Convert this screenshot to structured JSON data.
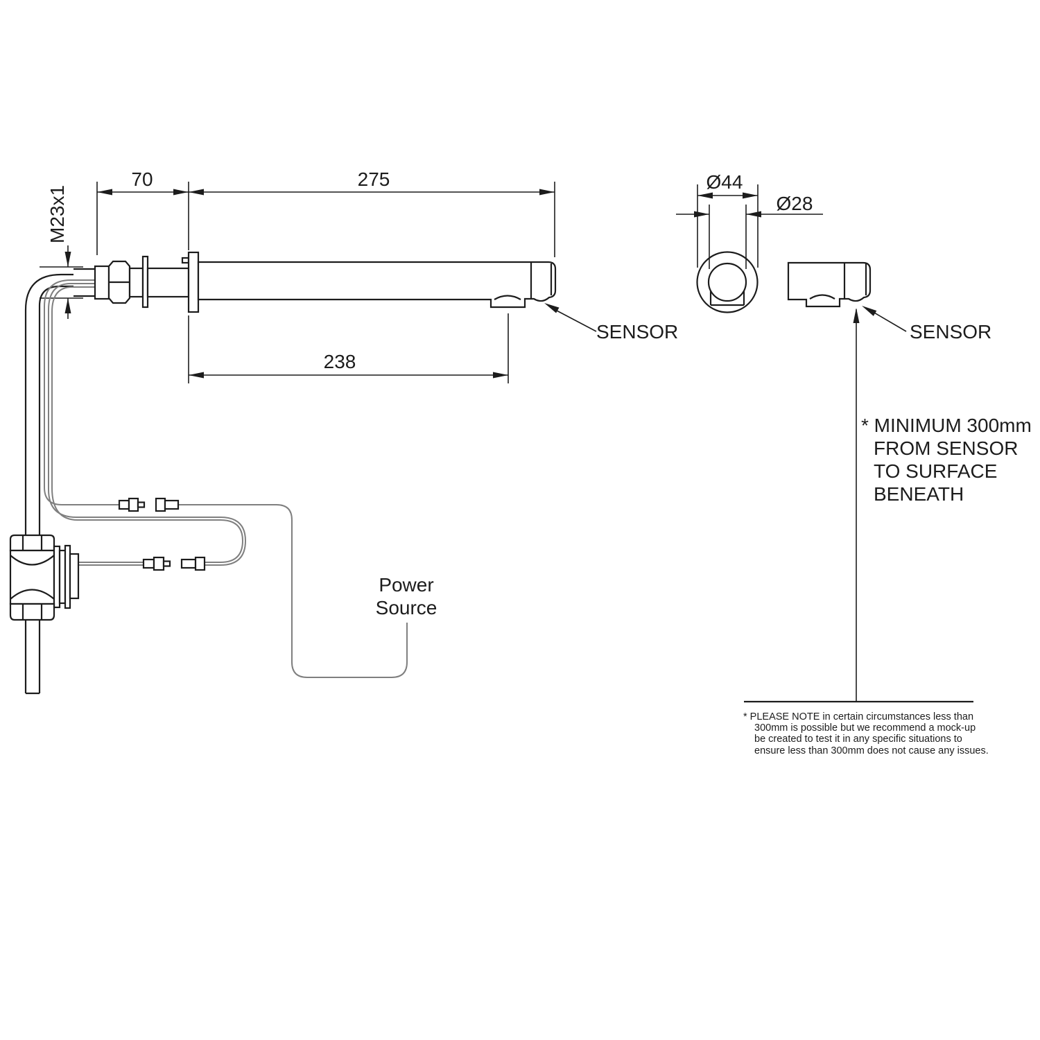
{
  "front_view": {
    "dim_back_to_wall": "70",
    "dim_wall_to_tip": "275",
    "dim_wall_to_outlet": "238",
    "thread_size": "M23x1",
    "sensor_label": "SENSOR"
  },
  "cable_run": {
    "power_source_label": [
      "Power",
      "Source"
    ]
  },
  "end_view": {
    "dim_outer_diameter": "Ø44",
    "dim_spout_diameter": "Ø28"
  },
  "side_view": {
    "sensor_label": "SENSOR",
    "clearance_note": [
      "* MINIMUM 300mm",
      "FROM SENSOR",
      "TO SURFACE",
      "BENEATH"
    ]
  },
  "footnote": [
    "* PLEASE NOTE in certain circumstances less than",
    "300mm is possible but we recommend a mock-up",
    "be created to test it in any specific situations to",
    "ensure less than 300mm does not cause any issues."
  ],
  "colors": {
    "ink": "#1c1c1c",
    "cable": "#7f7f7f",
    "background": "#ffffff"
  }
}
